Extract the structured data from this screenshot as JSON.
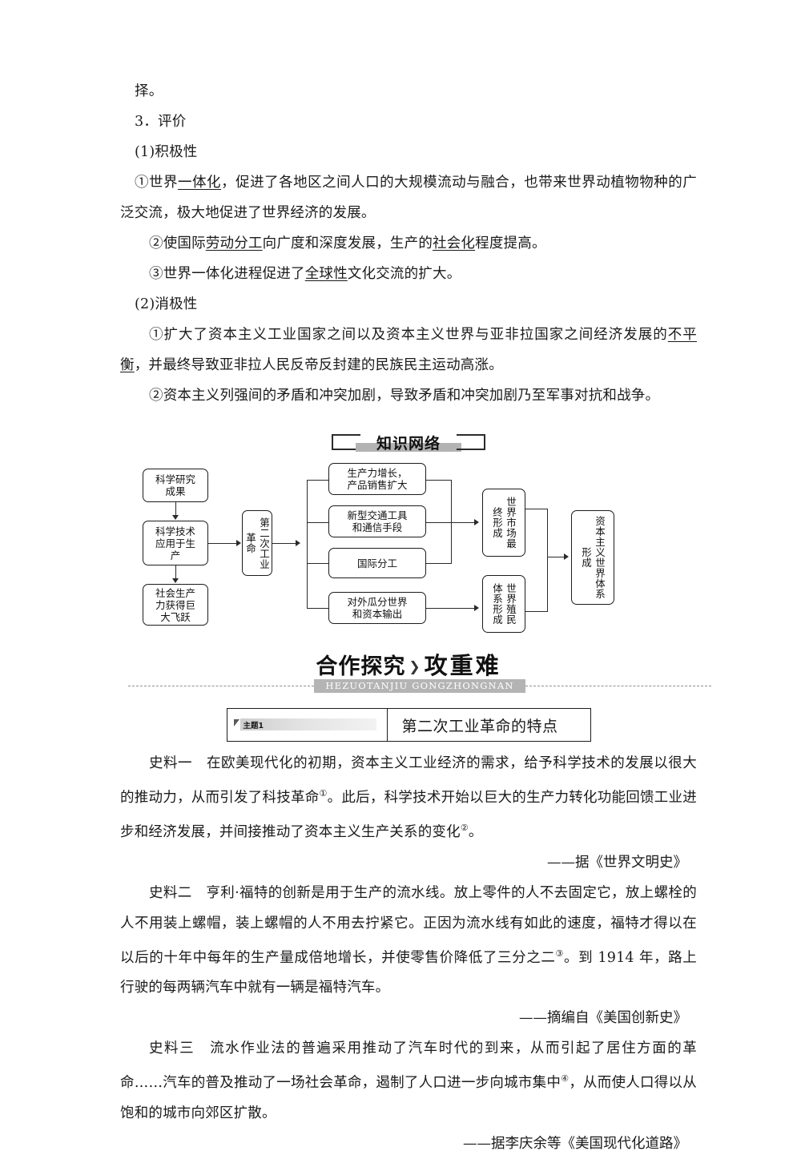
{
  "document": {
    "top_paragraphs": [
      {
        "id": "p-ze",
        "indent": "indent1",
        "text": "择。"
      },
      {
        "id": "p-3pingjia",
        "indent": "indent1",
        "text": "3．评价"
      },
      {
        "id": "p-1jijixing",
        "indent": "indent1",
        "text": "(1)积极性"
      },
      {
        "id": "p-jiji-1",
        "indent": "indent1",
        "html": "①世界<u>一体化</u>，促进了各地区之间人口的大规模流动与融合，也带来世界动植物物种的广泛交流，极大地促进了世界经济的发展。"
      },
      {
        "id": "p-jiji-2",
        "indent": "indent2",
        "html": "②使国际<u>劳动分工</u>向广度和深度发展，生产的<u>社会化</u>程度提高。"
      },
      {
        "id": "p-jiji-3",
        "indent": "indent2",
        "html": "③世界一体化进程促进了<u>全球性</u>文化交流的扩大。"
      },
      {
        "id": "p-2xiaojixing",
        "indent": "indent1",
        "text": "(2)消极性"
      },
      {
        "id": "p-xiaoji-1",
        "indent": "indent2",
        "html": "①扩大了资本主义工业国家之间以及资本主义世界与亚非拉国家之间经济发展的<u>不平衡</u>，并最终导致亚非拉人民反帝反封建的民族民主运动高涨。"
      },
      {
        "id": "p-xiaoji-2",
        "indent": "indent2",
        "text": "②资本主义列强间的矛盾和冲突加剧，导致矛盾和冲突加剧乃至军事对抗和战争。"
      }
    ],
    "zhishi_heading": "知识网络",
    "section_header": {
      "title_part1": "合作探究",
      "chevron": "❯",
      "title_part2": "攻重难",
      "pinyin": "HEZUOTANJIU GONGZHONGNAN"
    },
    "topic_box": {
      "badge_label": "主题1",
      "title": "第二次工业革命的特点"
    },
    "shiliao": [
      {
        "id": "shiliao-1",
        "label": "史料一",
        "body_html": "史料一　在欧美现代化的初期，资本主义工业经济的需求，给予科学技术的发展以很大的推动力，从而引发了科技革命<sup>①</sup>。此后，科学技术开始以巨大的生产力转化功能回馈工业进步和经济发展，并间接推动了资本主义生产关系的变化<sup>②</sup>。",
        "citation": "——据《世界文明史》"
      },
      {
        "id": "shiliao-2",
        "label": "史料二",
        "body_html": "史料二　亨利·福特的创新是用于生产的流水线。放上零件的人不去固定它，放上螺栓的人不用装上螺帽，装上螺帽的人不用去拧紧它。正因为流水线有如此的速度，福特才得以在以后的十年中每年的生产量成倍地增长，并使零售价降低了三分之二<sup>③</sup>。到 1914 年，路上行驶的每两辆汽车中就有一辆是福特汽车。",
        "citation": "——摘编自《美国创新史》"
      },
      {
        "id": "shiliao-3",
        "label": "史料三",
        "body_html": "史料三　流水作业法的普遍采用推动了汽车时代的到来，从而引起了居住方面的革命……汽车的普及推动了一场社会革命，遏制了人口进一步向城市集中<sup>④</sup>，从而使人口得以从饱和的城市向郊区扩散。",
        "citation": "——据李庆余等《美国现代化道路》"
      }
    ]
  },
  "flowchart": {
    "boxes": {
      "kexue_yanjiu": "科学研究\n成果",
      "kexue_jishu": "科学技术\n应用于生\n产",
      "shehui_shengchanli": "社会生产\n力获得巨\n大飞跃",
      "dierci": "第二次工业革命",
      "shengchanli": "生产力增长，\n产品销售扩大",
      "xinxing": "新型交通工具\n和通信手段",
      "guoji_fengong": "国际分工",
      "duiwai": "对外瓜分世界\n和资本输出",
      "shijie_shichang": "世界市场最终形成",
      "shijie_zhimin": "世界殖民体系形成",
      "zibenzhuyi": "资本主义世界体系形成"
    }
  },
  "colors": {
    "gray_bar": "#b3b3b3",
    "pinyin_bar": "#b4b4b4",
    "border": "#1c1c1c",
    "text": "#1a1a1a"
  }
}
